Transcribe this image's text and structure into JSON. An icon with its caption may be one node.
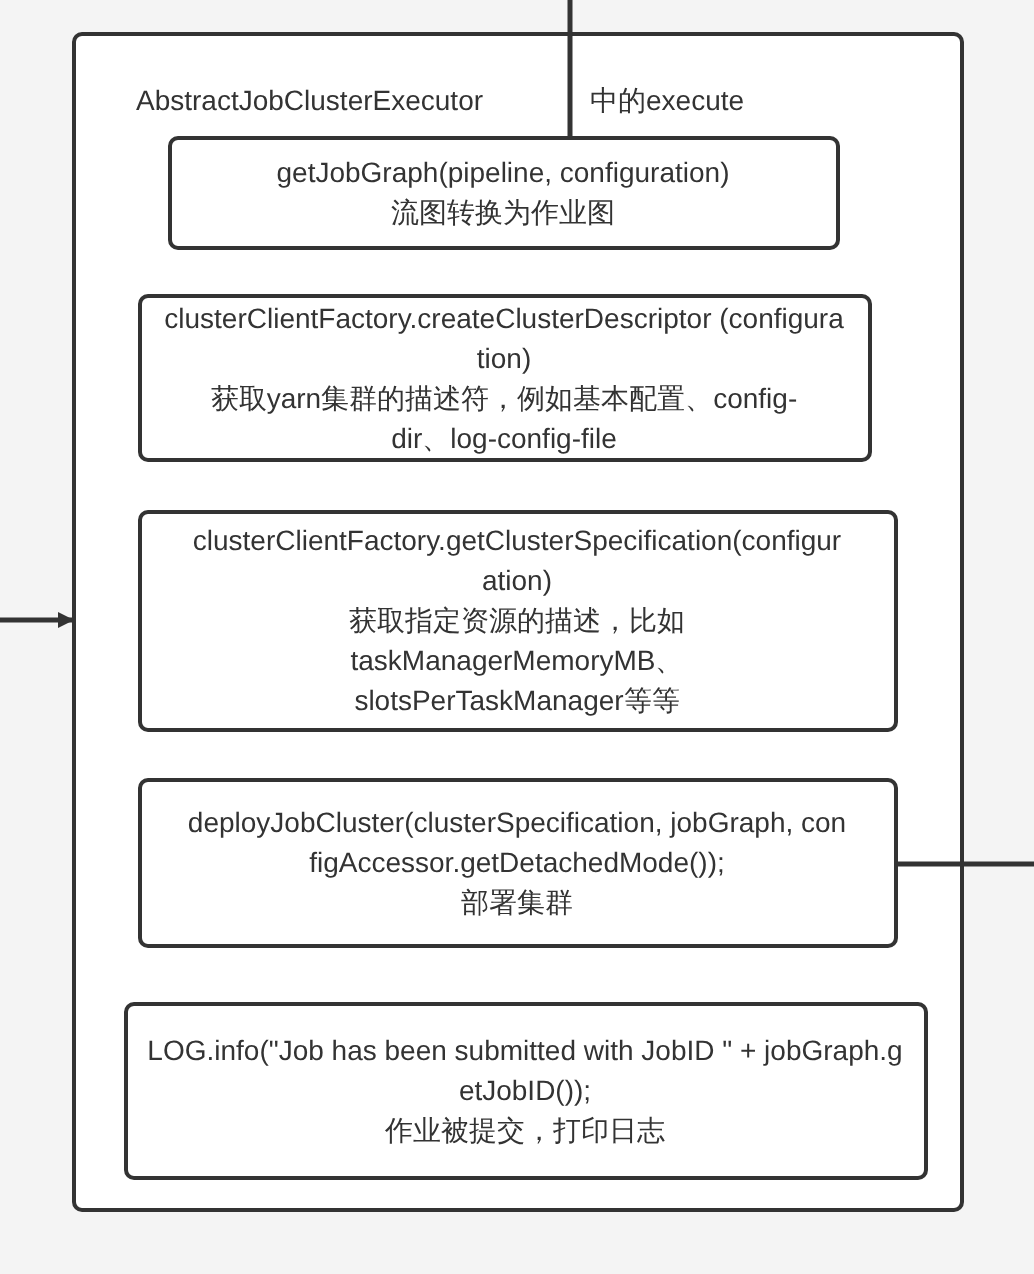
{
  "diagram": {
    "nodes": [
      {
        "text": [
          "AbstractJobClusterExecutor",
          "中的execute"
        ]
      },
      {
        "text": [
          "getJobGraph(pipeline, configuration)",
          "流图转换为作业图"
        ],
        "in": 0
      },
      {
        "text": [
          "clusterClientFactory.createClusterDescriptor (configuration)",
          "获取yarn集群的描述符，例如基本配置、config-dir、log-config-file"
        ],
        "in": 0
      },
      {
        "text": [
          "clusterClientFactory.getClusterSpecification(configuration)",
          "获取指定资源的描述，比如taskManagerMemoryMB、slotsPerTaskManager等等"
        ],
        "in": 0
      },
      {
        "text": [
          "deployJobCluster(clusterSpecification, jobGraph, configAccessor.getDetachedMode());",
          "部署集群"
        ],
        "in": 0
      },
      {
        "text": [
          "LOG.info(\"Job has been submitted with JobID \" + jobGraph.getJobID());",
          "作业被提交，打印日志"
        ],
        "in": 0
      }
    ],
    "edges": [
      {
        "from": null,
        "to": 1,
        "arrow": "none"
      },
      {
        "from": null,
        "to": 0,
        "arrow": "to"
      },
      {
        "from": 4,
        "to": null,
        "arrow": "none"
      }
    ]
  }
}
